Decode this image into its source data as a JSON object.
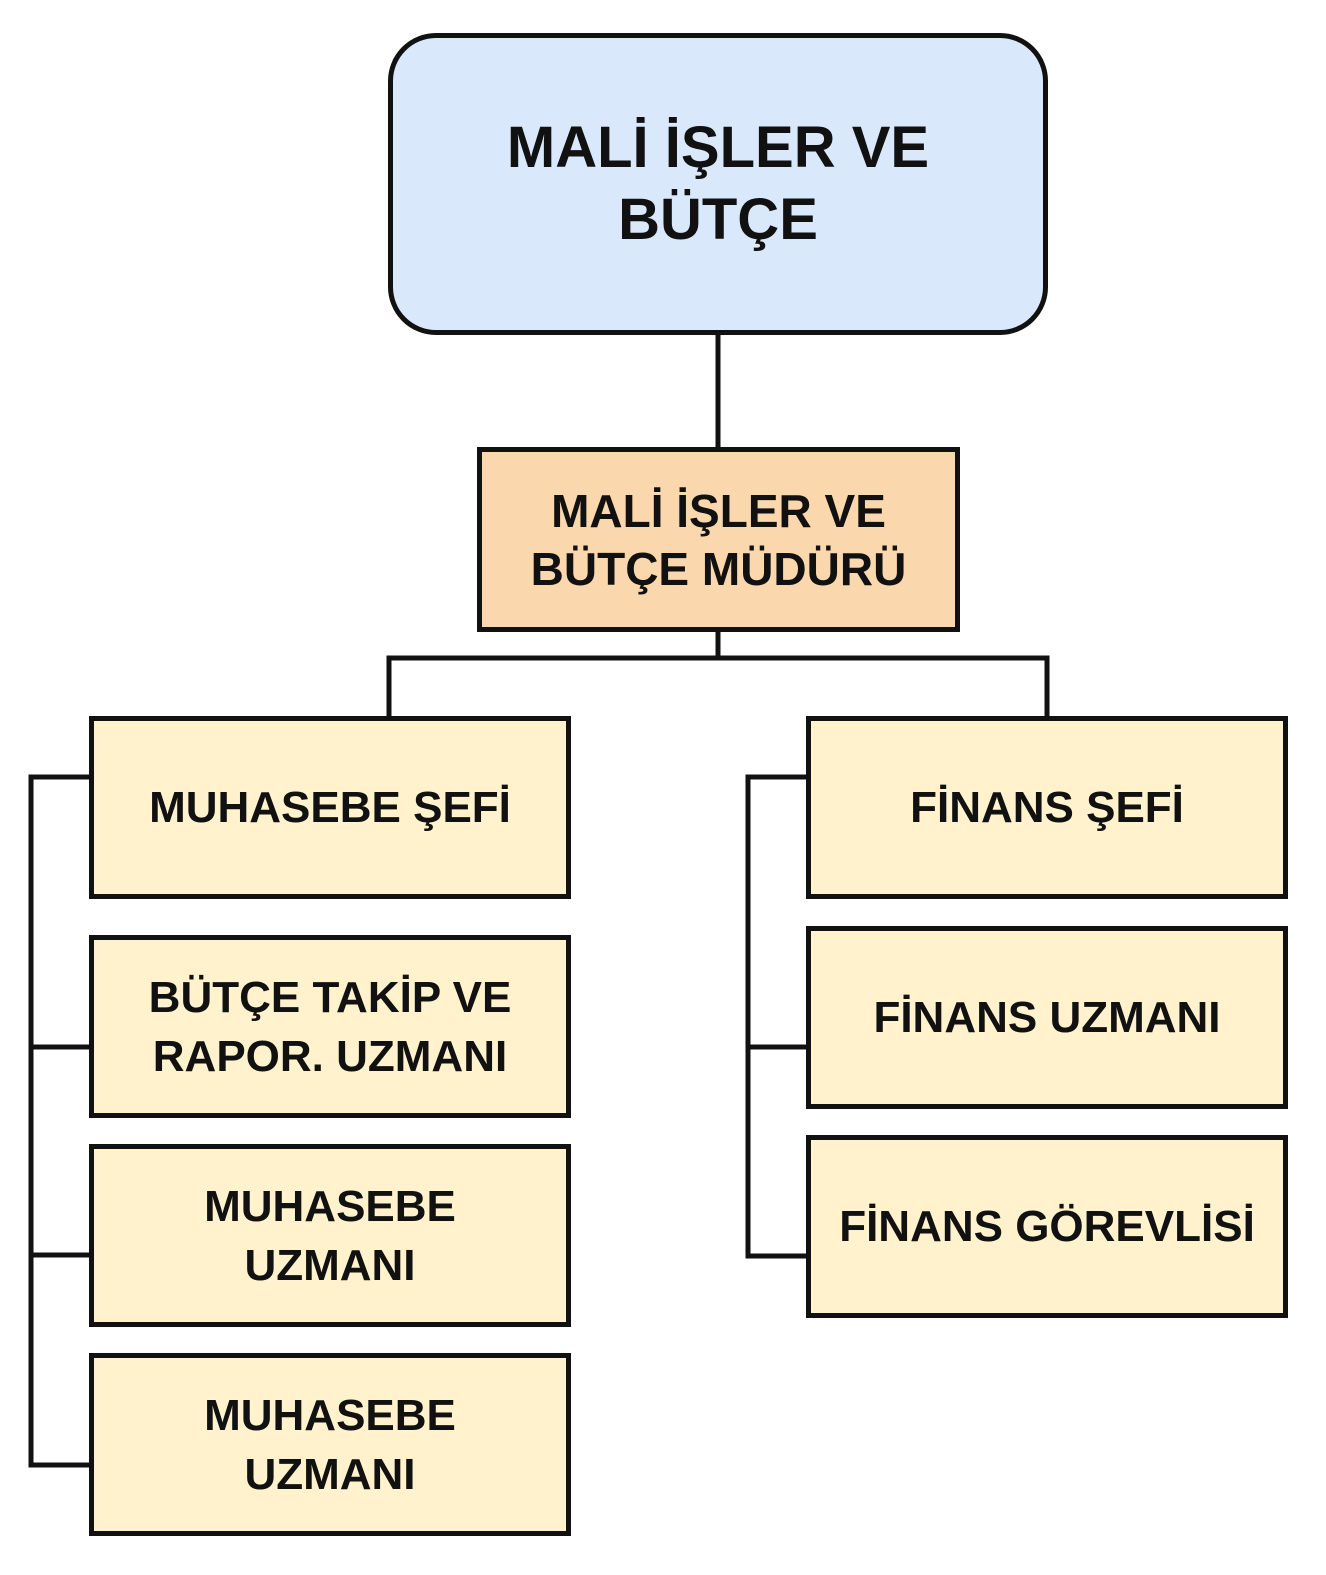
{
  "diagram": {
    "root": {
      "lines": [
        "MALİ İŞLER VE",
        "BÜTÇE"
      ],
      "fill": "#dae8fc"
    },
    "manager": {
      "lines": [
        "MALİ İŞLER VE",
        "BÜTÇE MÜDÜRÜ"
      ],
      "fill": "#fad7ac"
    },
    "left_branch": [
      {
        "lines": [
          "MUHASEBE ŞEFİ"
        ]
      },
      {
        "lines": [
          "BÜTÇE TAKİP VE",
          "RAPOR. UZMANI"
        ]
      },
      {
        "lines": [
          "MUHASEBE",
          "UZMANI"
        ]
      },
      {
        "lines": [
          "MUHASEBE",
          "UZMANI"
        ]
      }
    ],
    "right_branch": [
      {
        "lines": [
          "FİNANS ŞEFİ"
        ]
      },
      {
        "lines": [
          "FİNANS UZMANI"
        ]
      },
      {
        "lines": [
          "FİNANS GÖREVLİSİ"
        ]
      }
    ],
    "colors": {
      "leaf_fill": "#fff2cc",
      "stroke": "#111111"
    }
  }
}
